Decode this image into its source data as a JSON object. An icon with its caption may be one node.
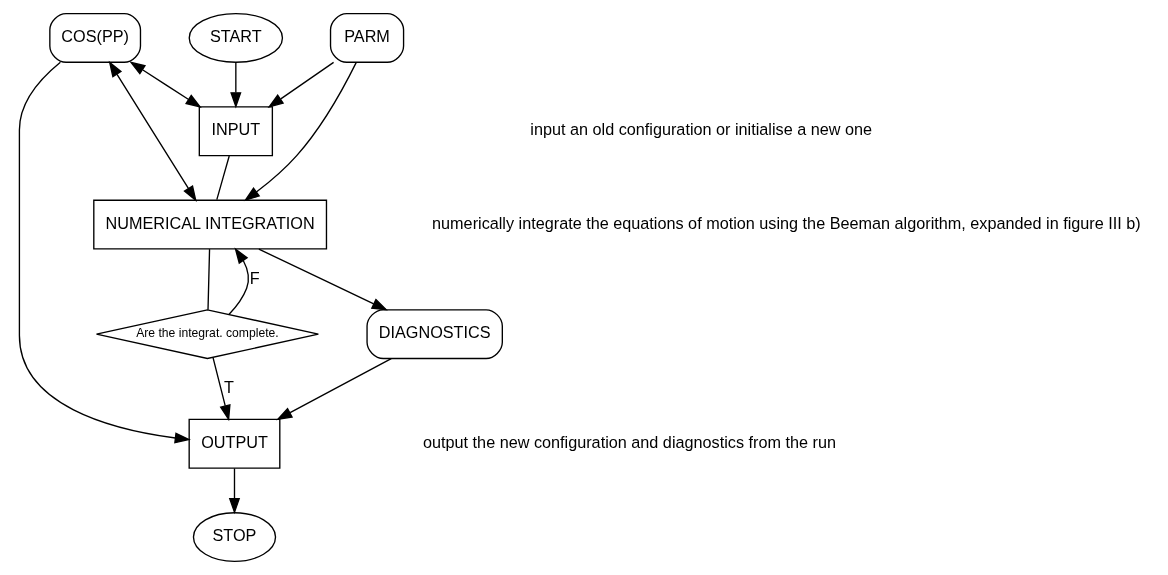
{
  "diagram": {
    "nodes": [
      {
        "text": [
          "START"
        ]
      },
      {
        "text": [
          "INPUT"
        ]
      },
      {
        "text": [
          "NUMERICAL INTEGRATION"
        ]
      },
      {
        "text": [
          "Are the integrat. complete."
        ]
      },
      {
        "text": [
          "OUTPUT"
        ]
      },
      {
        "text": [
          "STOP"
        ]
      },
      {
        "text": [
          "PARM"
        ]
      },
      {
        "text": [
          "COS(PP)"
        ]
      },
      {
        "text": [
          "DIAGNOSTICS"
        ]
      }
    ],
    "edges": [
      {
        "from": 0,
        "to": 1,
        "arrow": "to"
      },
      {
        "from": 1,
        "to": 2,
        "arrow": "none"
      },
      {
        "from": 2,
        "to": 3,
        "arrow": "none"
      },
      {
        "from": 3,
        "to": 2,
        "arrow": "to",
        "label": "F"
      },
      {
        "from": 3,
        "to": 4,
        "arrow": "to",
        "label": "T"
      },
      {
        "from": 4,
        "to": 5,
        "arrow": "to"
      },
      {
        "from": 6,
        "to": 1,
        "arrow": "to"
      },
      {
        "from": 6,
        "to": 2,
        "arrow": "to"
      },
      {
        "from": 7,
        "to": 1,
        "arrow": "both"
      },
      {
        "from": 7,
        "to": 2,
        "arrow": "both"
      },
      {
        "from": 7,
        "to": 4,
        "arrow": "to"
      },
      {
        "from": 2,
        "to": 8,
        "arrow": "to"
      },
      {
        "from": 8,
        "to": 4,
        "arrow": "to"
      }
    ],
    "labels": [
      "input an old configuration or initialise a new one",
      "numerically integrate the equations of motion using the Beeman algorithm, expanded in figure III b)",
      "output the new configuration and diagnostics from the run"
    ]
  }
}
